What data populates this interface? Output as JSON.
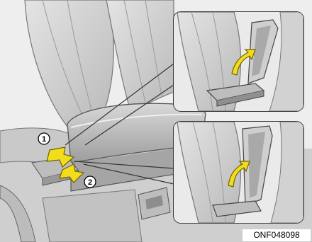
{
  "callouts": [
    {
      "number": "1"
    },
    {
      "number": "2"
    }
  ],
  "figure_code": "ONF048098",
  "colors": {
    "arrow": "#f2dd1c",
    "arrow_outline": "#6f6200",
    "drawing": "#d3d3d3",
    "outline": "#555555",
    "inset_border": "#3a3a3a"
  },
  "icons": [
    "lift-arrow-icon",
    "lift-arrow-icon",
    "lift-arrow-icon"
  ]
}
